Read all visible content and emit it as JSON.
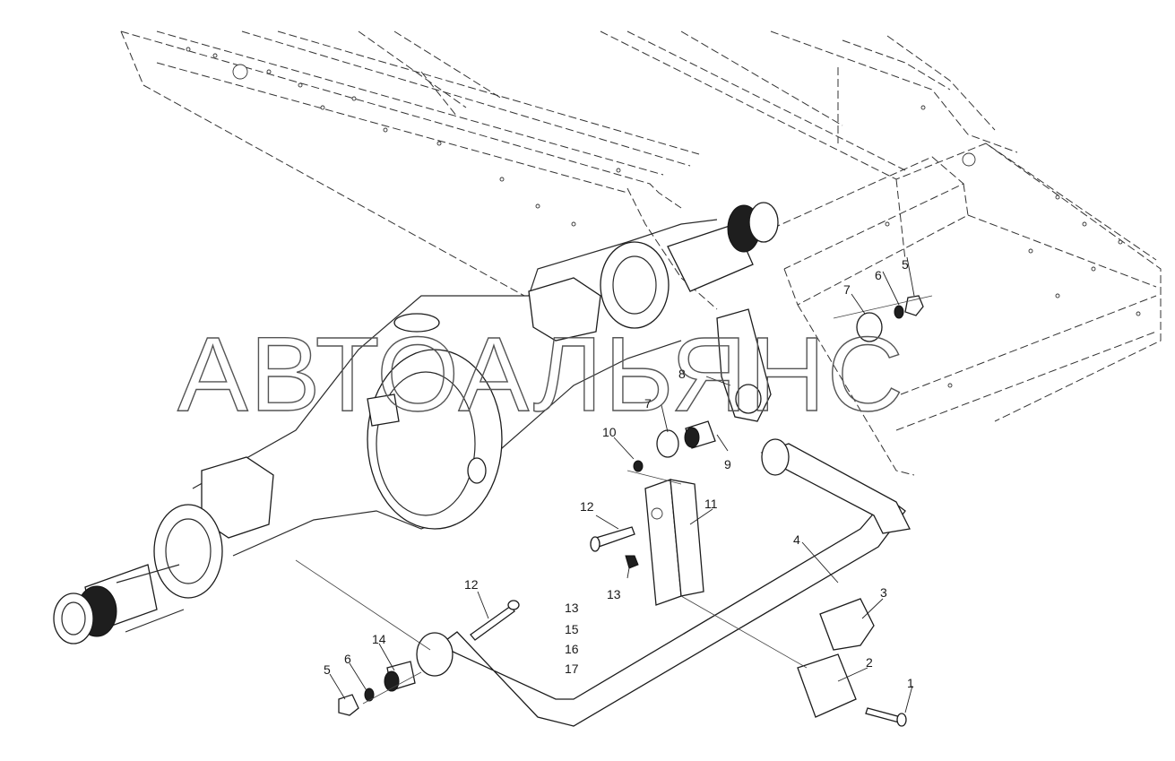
{
  "watermark": "АВТОАЛЬЯНС",
  "callouts": [
    {
      "id": "c1",
      "text": "1"
    },
    {
      "id": "c2",
      "text": "2"
    },
    {
      "id": "c3",
      "text": "3"
    },
    {
      "id": "c4",
      "text": "4"
    },
    {
      "id": "c5a",
      "text": "5"
    },
    {
      "id": "c5b",
      "text": "5"
    },
    {
      "id": "c6a",
      "text": "6"
    },
    {
      "id": "c6b",
      "text": "6"
    },
    {
      "id": "c7a",
      "text": "7"
    },
    {
      "id": "c7b",
      "text": "7"
    },
    {
      "id": "c8",
      "text": "8"
    },
    {
      "id": "c9",
      "text": "9"
    },
    {
      "id": "c10",
      "text": "10"
    },
    {
      "id": "c11",
      "text": "11"
    },
    {
      "id": "c12a",
      "text": "12"
    },
    {
      "id": "c12b",
      "text": "12"
    },
    {
      "id": "c13a",
      "text": "13"
    },
    {
      "id": "c13b",
      "text": "13"
    },
    {
      "id": "c14",
      "text": "14"
    },
    {
      "id": "c15",
      "text": "15"
    },
    {
      "id": "c16",
      "text": "16"
    },
    {
      "id": "c17",
      "text": "17"
    }
  ],
  "colors": {
    "line": "#1c1c1c",
    "watermark": "#555555",
    "background": "#ffffff"
  }
}
